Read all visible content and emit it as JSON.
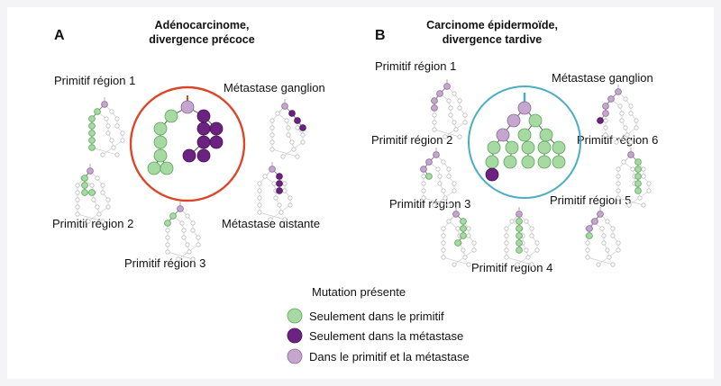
{
  "colors": {
    "primary_only": "#a7d9a2",
    "primary_only_stroke": "#5aa65a",
    "metastasis_only": "#6b2280",
    "metastasis_only_stroke": "#4a1058",
    "shared": "#c5a6cf",
    "shared_stroke": "#8a6a96",
    "empty_stroke": "#bbbbbb",
    "adeno_circle": "#d9472b",
    "squamous_circle": "#4aaec3"
  },
  "panel_a": {
    "letter": "A",
    "title_line1": "Adénocarcinome,",
    "title_line2": "divergence précoce",
    "labels": {
      "primary_1": "Primitif région 1",
      "primary_2": "Primitif région 2",
      "primary_3": "Primitif région 3",
      "metastasis_node": "Métastase ganglion",
      "metastasis_distant": "Métastase distante"
    }
  },
  "panel_b": {
    "letter": "B",
    "title_line1": "Carcinome épidermoïde,",
    "title_line2": "divergence tardive",
    "labels": {
      "primary_1": "Primitif région 1",
      "primary_2": "Primitif région 2",
      "primary_3": "Primitif région 3",
      "primary_4": "Primitif région 4",
      "primary_5": "Primitif région 5",
      "primary_6": "Primitif région 6",
      "metastasis_node": "Métastase ganglion"
    }
  },
  "legend": {
    "title": "Mutation présente",
    "items": [
      {
        "key": "primary_only",
        "label": "Seulement dans le primitif"
      },
      {
        "key": "metastasis_only",
        "label": "Seulement dans la métastase"
      },
      {
        "key": "shared",
        "label": "Dans le primitif  et la métastase"
      }
    ]
  }
}
